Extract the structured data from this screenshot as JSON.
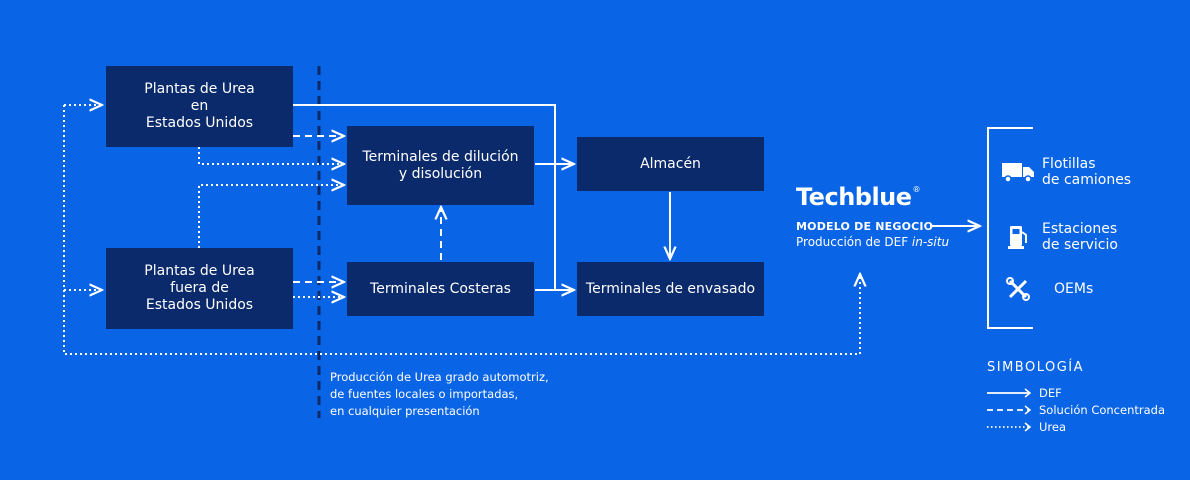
{
  "boxes": {
    "plants_us": "Plantas de Urea\nen\nEstados Unidos",
    "plants_abroad": "Plantas de Urea\nfuera de\nEstados Unidos",
    "dilution": "Terminales de dilución\ny disolución",
    "coastal": "Terminales Costeras",
    "warehouse": "Almacén",
    "packaging": "Terminales de envasado"
  },
  "note": "Producción de Urea grado automotriz,\nde fuentes locales o importadas,\nen cualquier presentación",
  "brand": {
    "name": "Techblue",
    "mark": "®",
    "model_title": "MODELO DE NEGOCIO",
    "model_sub_prefix": "Producción de DEF ",
    "model_sub_emph": "in-situ"
  },
  "customers": [
    {
      "label": "Flotillas\nde camiones",
      "icon": "truck-icon"
    },
    {
      "label": "Estaciones\nde servicio",
      "icon": "fuel-pump-icon"
    },
    {
      "label": "OEMs",
      "icon": "tools-icon"
    }
  ],
  "legend": {
    "title": "SIMBOLOGÍA",
    "items": [
      {
        "label": "DEF",
        "style": "solid"
      },
      {
        "label": "Solución Concentrada",
        "style": "dashed"
      },
      {
        "label": "Urea",
        "style": "dotted"
      }
    ]
  },
  "colors": {
    "background": "#0a64e6",
    "box": "#0b2a6b",
    "divider": "#0b2a6b",
    "line": "#ffffff"
  }
}
